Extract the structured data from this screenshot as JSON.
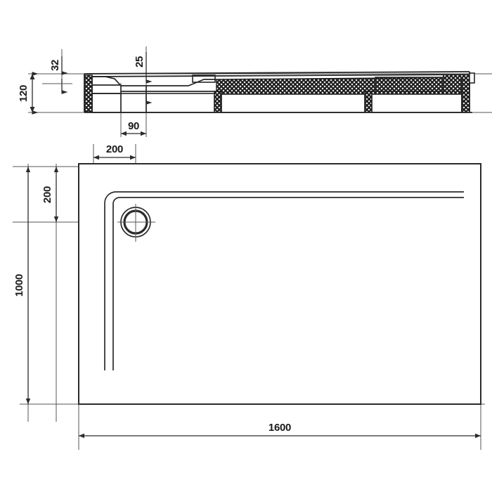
{
  "drawing": {
    "type": "technical-drawing",
    "subject": "shower-tray",
    "units": "mm",
    "line_color": "#3a3a3a",
    "heavy_line_color": "#2b2b2b",
    "hatch_color": "#1f1f1f",
    "background": "#ffffff",
    "views": [
      {
        "name": "cross-section-view",
        "position": "top",
        "description": "side cross section through shower tray showing drain well and support ribs"
      },
      {
        "name": "plan-view",
        "position": "bottom",
        "description": "top plan view of rectangular shower tray with corner drain"
      }
    ]
  },
  "dimensions": {
    "section": {
      "height_overall": "120",
      "lip_height": "32",
      "drain_depth": "25",
      "drain_width": "90"
    },
    "plan": {
      "drain_offset_x": "200",
      "drain_offset_y": "200",
      "width": "1600",
      "depth": "1000"
    }
  },
  "labels": {
    "d32": "32",
    "d25": "25",
    "d120": "120",
    "d90": "90",
    "d200_x": "200",
    "d200_y": "200",
    "d1000": "1000",
    "d1600": "1600"
  },
  "features": {
    "drain_icon": "drain-circle",
    "hatch_pattern": "cross-hatch-fill"
  }
}
